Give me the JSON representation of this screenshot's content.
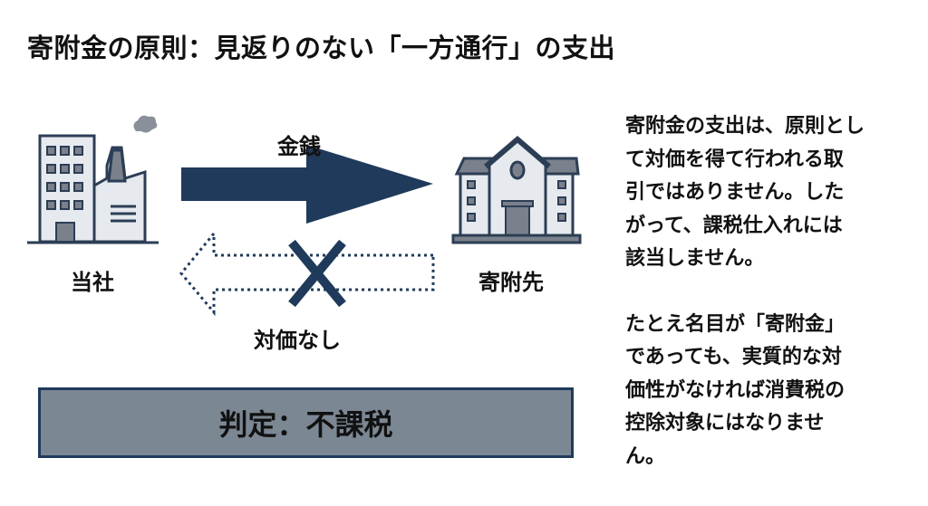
{
  "title": "寄附金の原則：見返りのない「一方通行」の支出",
  "diagram": {
    "company_label": "当社",
    "recipient_label": "寄附先",
    "money_label": "金銭",
    "no_consideration_label": "対価なし"
  },
  "verdict": "判定：不課税",
  "explanation": {
    "paragraph1": [
      "寄附金の支出は、原則とし",
      "て対価を得て行われる取",
      "引ではありません。した",
      "がって、課税仕入れには",
      "該当しません。"
    ],
    "paragraph2": [
      "たとえ名目が「寄附金」",
      "であっても、実質的な対",
      "価性がなければ消費税の",
      "控除対象にはなりませ",
      "ん。"
    ]
  },
  "colors": {
    "navy": "#1f3a5a",
    "gray": "#7c8794",
    "light": "#e6e9ee"
  }
}
